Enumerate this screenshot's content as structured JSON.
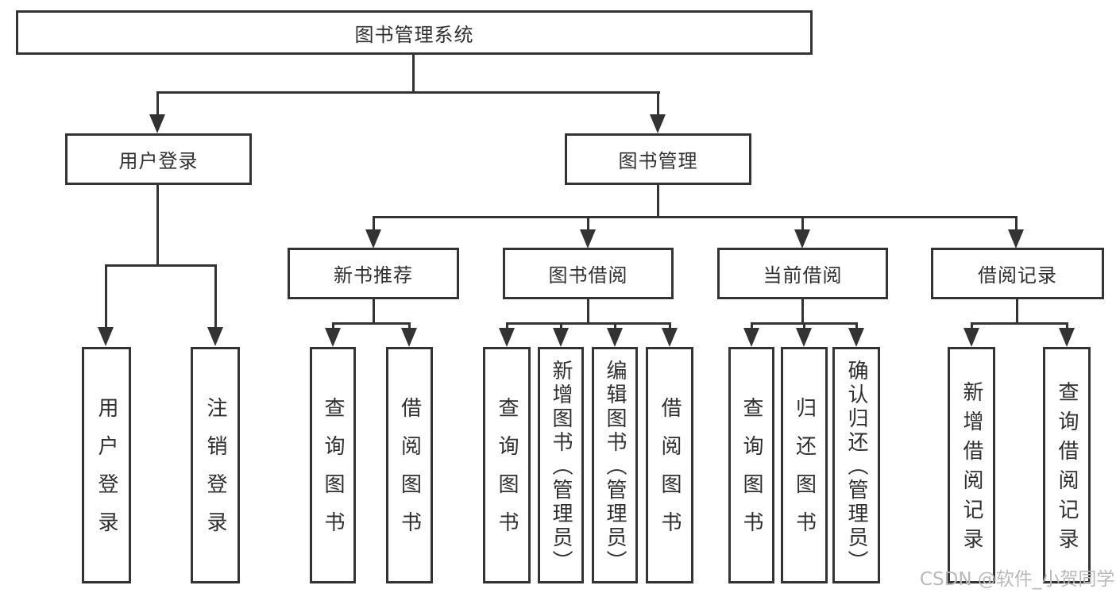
{
  "diagram": {
    "root": "图书管理系统",
    "level2": {
      "user_login": "用户登录",
      "book_mgmt": "图书管理"
    },
    "level3": {
      "new_books": "新书推荐",
      "book_borrow": "图书借阅",
      "current_borrow": "当前借阅",
      "borrow_records": "借阅记录"
    },
    "leaves": {
      "user_login": [
        "用户登录",
        "注销登录"
      ],
      "new_books": [
        "查询图书",
        "借阅图书"
      ],
      "book_borrow": [
        "查询图书",
        "新增图书（管理员）",
        "编辑图书（管理员）",
        "借阅图书"
      ],
      "current_borrow": [
        "查询图书",
        "归还图书",
        "确认归还（管理员）"
      ],
      "borrow_records": [
        "新增借阅记录",
        "查询借阅记录"
      ]
    }
  },
  "watermark": "CSDN @软件_小贺同学",
  "colors": {
    "line": "#333333",
    "text": "#2f2f2f",
    "watermark": "#b9b9b9",
    "background": "#ffffff"
  }
}
